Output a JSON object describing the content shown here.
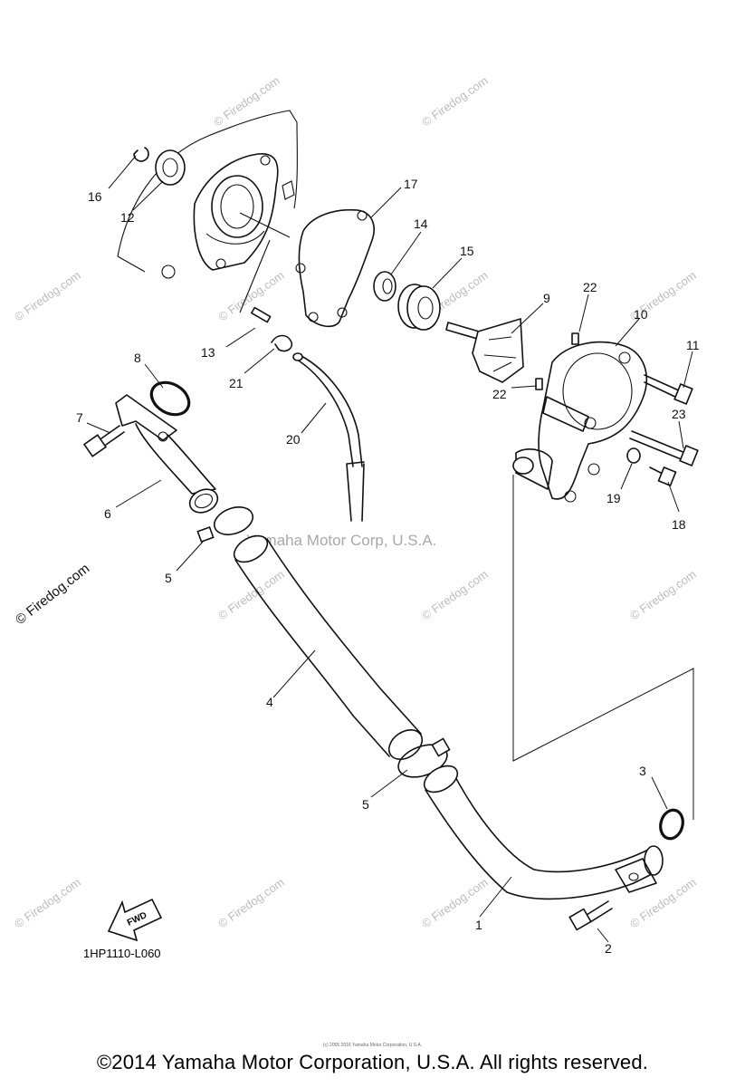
{
  "callouts": [
    "1",
    "2",
    "3",
    "4",
    "5",
    "5",
    "6",
    "7",
    "8",
    "9",
    "10",
    "11",
    "12",
    "13",
    "14",
    "15",
    "16",
    "17",
    "18",
    "19",
    "20",
    "21",
    "22",
    "22",
    "23"
  ],
  "diagram_code": "1HP1110-L060",
  "fwd_label": "FWD",
  "center_watermark": "Yamaha Motor Corp, U.S.A.",
  "side_watermark": "© Firedog.com",
  "tile_watermark": "© Firedog.com",
  "micro_copyright": "(c) 2005 2016 Yamaha Motor Corporation, U.S.A.",
  "footer_copyright": "©2014 Yamaha Motor Corporation, U.S.A. All rights reserved."
}
